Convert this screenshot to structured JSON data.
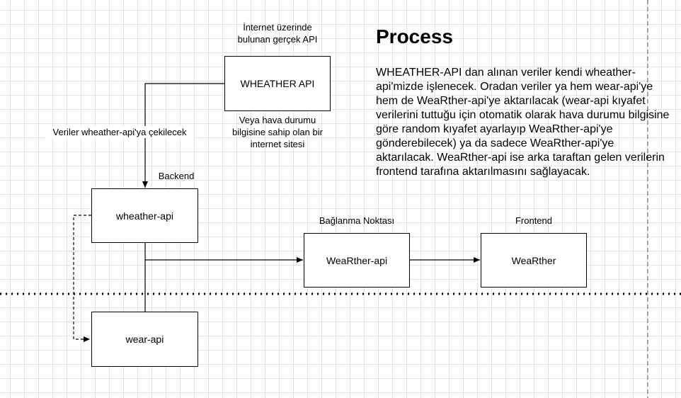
{
  "nodes": {
    "wheather_api_ext": "WHEATHER API",
    "wheather_api": "wheather-api",
    "wear_api": "wear-api",
    "wearther_api": "WeaRther-api",
    "wearther": "WeaRther"
  },
  "labels": {
    "internet_line1": "İnternet üzerinde",
    "internet_line2": "bulunan gerçek API",
    "alt_line1": "Veya hava durumu",
    "alt_line2": "bilgisine sahip olan bir",
    "alt_line3": "internet sitesi",
    "fetch_edge": "Veriler wheather-api'ya çekilecek",
    "backend": "Backend",
    "connection_point": "Bağlanma Noktası",
    "frontend": "Frontend"
  },
  "process": {
    "title": "Process",
    "text": "WHEATHER-API dan alınan veriler kendi wheather-api'mizde işlenecek. Oradan veriler ya hem wear-api'ye hem de WeaRther-api'ye aktarılacak (wear-api kıyafet verilerini tuttuğu için otomatik olarak hava durumu bilgisine göre random kıyafet ayarlayıp WeaRther-api'ye gönderebilecek) ya da sadece WeaRther-api'ye aktarılacak. WeaRther-api ise arka taraftan gelen verilerin frontend tarafına aktarılmasını sağlayacak."
  }
}
